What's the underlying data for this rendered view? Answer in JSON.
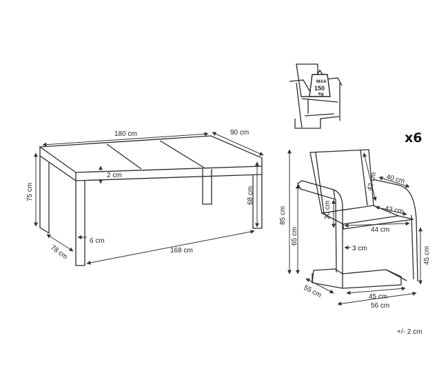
{
  "table": {
    "length": "180 cm",
    "width": "90 cm",
    "height": "75 cm",
    "top_thickness": "2 cm",
    "inner_height": "68 cm",
    "leg_width": "6 cm",
    "inner_length": "168 cm",
    "depth": "78 cm"
  },
  "chair": {
    "total_height": "85 cm",
    "armrest_height": "65 cm",
    "back_height": "42 cm",
    "back_width": "40 cm",
    "seat_depth": "43 cm",
    "seat_width": "44 cm",
    "armrest_gap": "20 cm",
    "frame_width": "3 cm",
    "seat_height": "45 cm",
    "base_depth": "55 cm",
    "base_width": "45 cm",
    "overall_width": "56 cm"
  },
  "quantity": "x6",
  "max_load": {
    "line1": "MAX",
    "line2": "150",
    "line3": "kg"
  },
  "tolerance": "+/- 2 cm"
}
